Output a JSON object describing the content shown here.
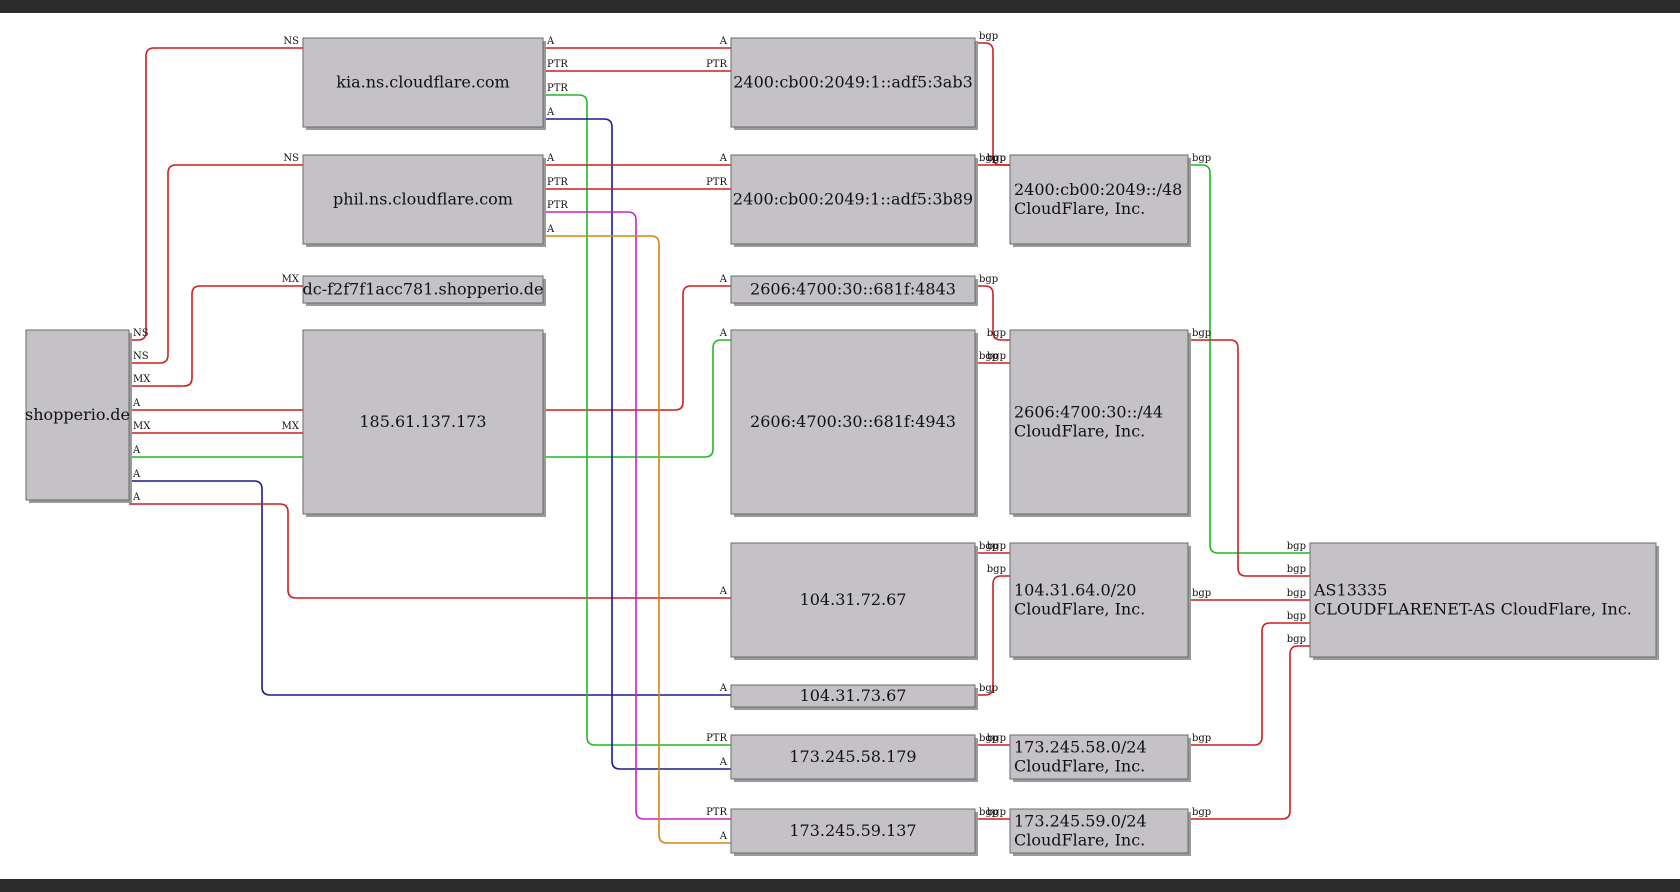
{
  "colors": {
    "red": "#cc1f1f",
    "green": "#22b822",
    "navy": "#1a1a8c",
    "magenta": "#c026c0",
    "orange": "#d4870f"
  },
  "nodes": {
    "shopperio": [
      "shopperio.de"
    ],
    "kia": [
      "kia.ns.cloudflare.com"
    ],
    "phil": [
      "phil.ns.cloudflare.com"
    ],
    "mxdc": [
      "dc-f2f7f1acc781.shopperio.de"
    ],
    "ip185": [
      "185.61.137.173"
    ],
    "v6_3ab3": [
      "2400:cb00:2049:1::adf5:3ab3"
    ],
    "v6_3b89": [
      "2400:cb00:2049:1::adf5:3b89"
    ],
    "v6_4843": [
      "2606:4700:30::681f:4843"
    ],
    "v6_4943": [
      "2606:4700:30::681f:4943"
    ],
    "ip72": [
      "104.31.72.67"
    ],
    "ip73": [
      "104.31.73.67"
    ],
    "ip58": [
      "173.245.58.179"
    ],
    "ip59": [
      "173.245.59.137"
    ],
    "net2400": [
      "2400:cb00:2049::/48",
      "CloudFlare, Inc."
    ],
    "net2606": [
      "2606:4700:30::/44",
      "CloudFlare, Inc."
    ],
    "net104": [
      "104.31.64.0/20",
      "CloudFlare, Inc."
    ],
    "net58": [
      "173.245.58.0/24",
      "CloudFlare, Inc."
    ],
    "net59": [
      "173.245.59.0/24",
      "CloudFlare, Inc."
    ],
    "as13335": [
      "AS13335",
      "CLOUDFLARENET-AS CloudFlare, Inc."
    ]
  },
  "edges": [
    {
      "from": "shopperio",
      "to": "kia",
      "color": "red",
      "tail": "NS",
      "head": "NS"
    },
    {
      "from": "shopperio",
      "to": "phil",
      "color": "red",
      "tail": "NS",
      "head": "NS"
    },
    {
      "from": "shopperio",
      "to": "mxdc",
      "color": "red",
      "tail": "MX",
      "head": "MX"
    },
    {
      "from": "shopperio",
      "to": "v6_4843",
      "color": "red",
      "tail": "A",
      "head": "A"
    },
    {
      "from": "shopperio",
      "to": "ip185",
      "color": "red",
      "tail": "MX",
      "head": "MX"
    },
    {
      "from": "shopperio",
      "to": "v6_4943",
      "color": "green",
      "tail": "A",
      "head": "A"
    },
    {
      "from": "shopperio",
      "to": "ip73",
      "color": "navy",
      "tail": "A",
      "head": "A"
    },
    {
      "from": "shopperio",
      "to": "ip72",
      "color": "red",
      "tail": "A",
      "head": "A"
    },
    {
      "from": "kia",
      "to": "v6_3ab3",
      "color": "red",
      "tail": "A",
      "head": "A"
    },
    {
      "from": "kia",
      "to": "v6_3ab3",
      "color": "red",
      "tail": "PTR",
      "head": "PTR"
    },
    {
      "from": "kia",
      "to": "ip58",
      "color": "green",
      "tail": "PTR",
      "head": "PTR"
    },
    {
      "from": "kia",
      "to": "ip58",
      "color": "navy",
      "tail": "A",
      "head": "A"
    },
    {
      "from": "phil",
      "to": "v6_3b89",
      "color": "red",
      "tail": "A",
      "head": "A"
    },
    {
      "from": "phil",
      "to": "v6_3b89",
      "color": "red",
      "tail": "PTR",
      "head": "PTR"
    },
    {
      "from": "phil",
      "to": "ip59",
      "color": "magenta",
      "tail": "PTR",
      "head": "PTR"
    },
    {
      "from": "phil",
      "to": "ip59",
      "color": "orange",
      "tail": "A",
      "head": "A"
    },
    {
      "from": "v6_3ab3",
      "to": "net2400",
      "color": "red",
      "tail": "bgp",
      "head": "bgp"
    },
    {
      "from": "v6_3b89",
      "to": "net2400",
      "color": "red",
      "tail": "bgp",
      "head": "bgp"
    },
    {
      "from": "v6_4843",
      "to": "net2606",
      "color": "red",
      "tail": "bgp",
      "head": "bgp"
    },
    {
      "from": "v6_4943",
      "to": "net2606",
      "color": "red",
      "tail": "bgp",
      "head": "bgp"
    },
    {
      "from": "ip72",
      "to": "net104",
      "color": "red",
      "tail": "bgp",
      "head": "bgp"
    },
    {
      "from": "ip73",
      "to": "net104",
      "color": "red",
      "tail": "bgp",
      "head": "bgp"
    },
    {
      "from": "ip58",
      "to": "net58",
      "color": "red",
      "tail": "bgp",
      "head": "bgp"
    },
    {
      "from": "ip59",
      "to": "net59",
      "color": "red",
      "tail": "bgp",
      "head": "bgp"
    },
    {
      "from": "net2400",
      "to": "as13335",
      "color": "green",
      "tail": "bgp",
      "head": "bgp"
    },
    {
      "from": "net2606",
      "to": "as13335",
      "color": "red",
      "tail": "bgp",
      "head": "bgp"
    },
    {
      "from": "net104",
      "to": "as13335",
      "color": "red",
      "tail": "bgp",
      "head": "bgp"
    },
    {
      "from": "net58",
      "to": "as13335",
      "color": "red",
      "tail": "bgp",
      "head": "bgp"
    },
    {
      "from": "net59",
      "to": "as13335",
      "color": "red",
      "tail": "bgp",
      "head": "bgp"
    }
  ]
}
